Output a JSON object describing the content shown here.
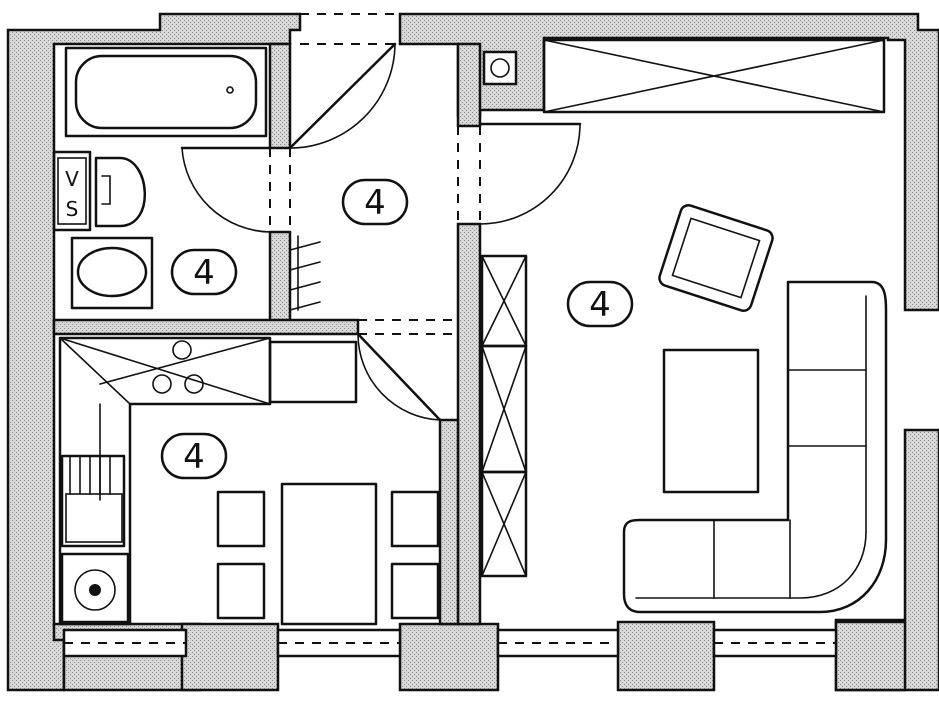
{
  "rooms": [
    {
      "id": "hall",
      "label": "4"
    },
    {
      "id": "bath",
      "label": "4"
    },
    {
      "id": "living",
      "label": "4"
    },
    {
      "id": "kitchen",
      "label": "4"
    }
  ],
  "shaft": {
    "top": "V",
    "bottom": "S"
  }
}
